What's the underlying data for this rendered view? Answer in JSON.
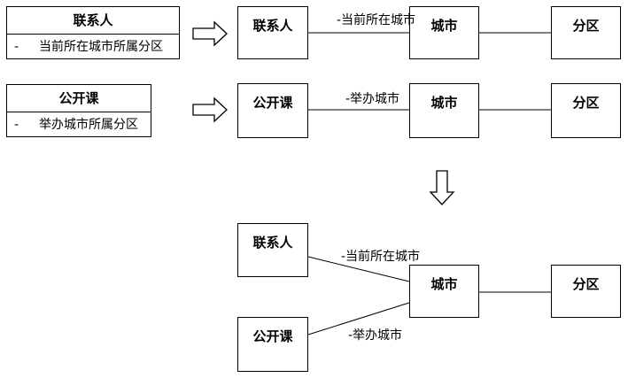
{
  "source_entities": [
    {
      "name": "联系人",
      "attribute": "当前所在城市所属分区",
      "dash": "-"
    },
    {
      "name": "公开课",
      "attribute": "举办城市所属分区",
      "dash": "-"
    }
  ],
  "row1": {
    "left": "联系人",
    "relation": "-当前所在城市",
    "middle": "城市",
    "right": "分区"
  },
  "row2": {
    "left": "公开课",
    "relation": "-举办城市",
    "middle": "城市",
    "right": "分区"
  },
  "merged": {
    "top_left": "联系人",
    "bottom_left": "公开课",
    "top_relation": "-当前所在城市",
    "bottom_relation": "-举办城市",
    "middle": "城市",
    "right": "分区"
  }
}
